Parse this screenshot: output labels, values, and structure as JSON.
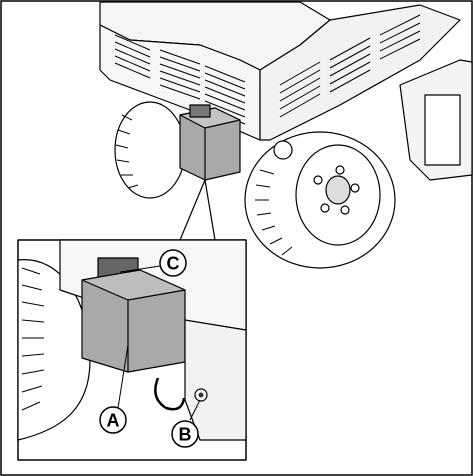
{
  "figure": {
    "callouts": [
      {
        "id": "A",
        "label": "A"
      },
      {
        "id": "B",
        "label": "B"
      },
      {
        "id": "C",
        "label": "C"
      }
    ],
    "colors": {
      "line": "#000000",
      "background": "#ffffff",
      "body_panel": "#f2f2f2",
      "tank_fill": "#a9a9a9",
      "tire_fill": "#ffffff"
    }
  }
}
